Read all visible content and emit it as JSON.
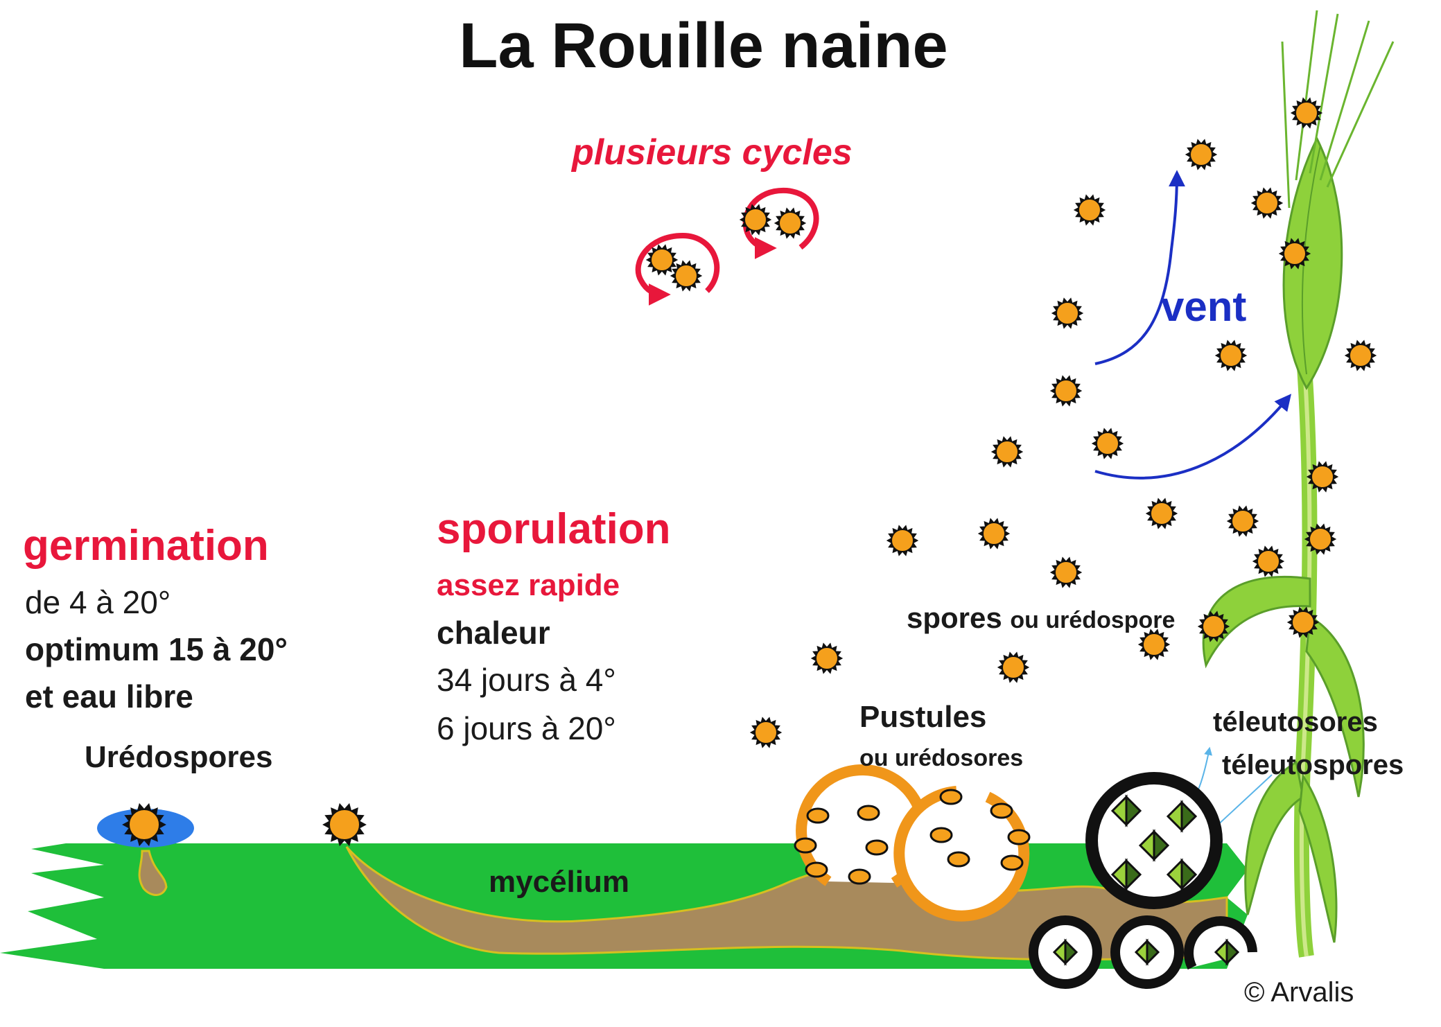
{
  "title": "La Rouille naine",
  "cycles_label": "plusieurs cycles",
  "wind_label": "vent",
  "germination": {
    "heading": "germination",
    "line1": "de 4 à 20°",
    "line2": "optimum 15 à 20°",
    "line3": "et eau libre"
  },
  "uredospores_label": "Urédospores",
  "sporulation": {
    "heading": "sporulation",
    "subheading": "assez rapide",
    "line1": "chaleur",
    "line2": "34 jours à 4°",
    "line3": "6 jours  à 20°"
  },
  "spores_label": "spores",
  "spores_suffix": "ou urédospore",
  "pustules_label": "Pustules",
  "pustules_sub": "ou urédosores",
  "teleutosores_label": "téleutosores",
  "teleutospores_label": "téleutospores",
  "mycelium_label": "mycélium",
  "copyright": "© Arvalis",
  "colors": {
    "title": "#111111",
    "red": "#e8173b",
    "blue": "#1b2fc4",
    "leaf_green": "#1fbf3a",
    "mycelium_brown": "#a88a5c",
    "spore_orange": "#f5a01c",
    "pustule_orange": "#f0961a",
    "water_blue": "#2e7de8"
  }
}
